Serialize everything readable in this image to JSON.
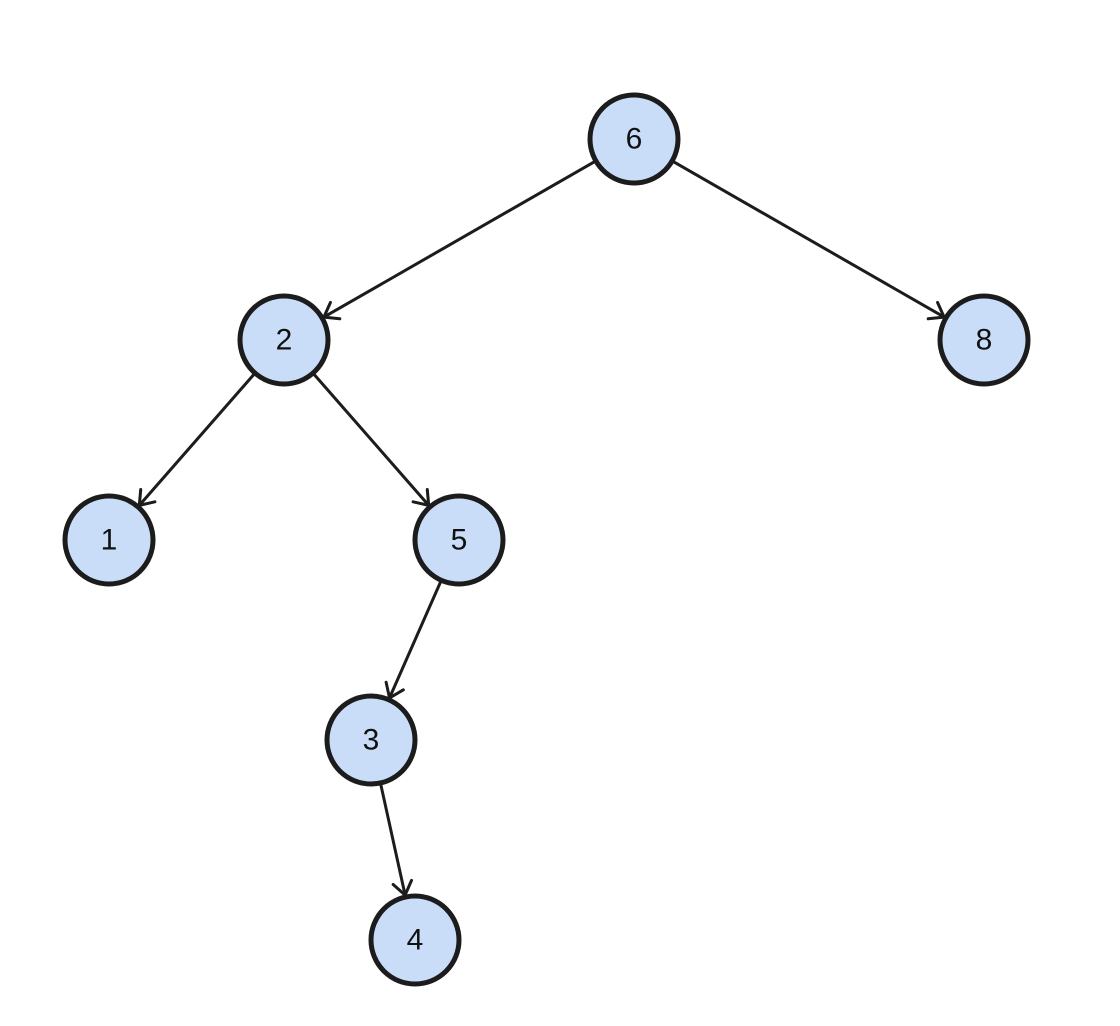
{
  "diagram": {
    "type": "binary-tree",
    "colors": {
      "node_fill": "#c9dcf8",
      "node_stroke": "#1c1c1c",
      "edge": "#1c1c1c",
      "label": "#111111"
    },
    "nodes": [
      {
        "id": "n6",
        "label": "6"
      },
      {
        "id": "n2",
        "label": "2"
      },
      {
        "id": "n8",
        "label": "8"
      },
      {
        "id": "n1",
        "label": "1"
      },
      {
        "id": "n5",
        "label": "5"
      },
      {
        "id": "n3",
        "label": "3"
      },
      {
        "id": "n4",
        "label": "4"
      }
    ],
    "edges": [
      {
        "from": "n6",
        "to": "n2"
      },
      {
        "from": "n6",
        "to": "n8"
      },
      {
        "from": "n2",
        "to": "n1"
      },
      {
        "from": "n2",
        "to": "n5"
      },
      {
        "from": "n5",
        "to": "n3"
      },
      {
        "from": "n3",
        "to": "n4"
      }
    ]
  }
}
